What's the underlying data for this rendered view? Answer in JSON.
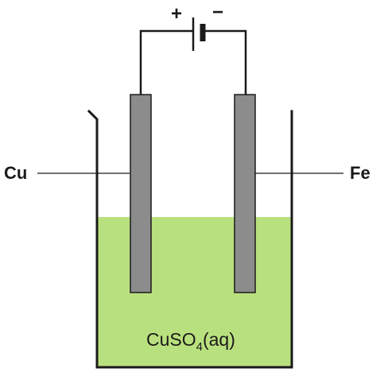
{
  "battery": {
    "positive_sign": "+",
    "negative_sign": "−"
  },
  "electrodes": {
    "left_label": "Cu",
    "right_label": "Fe"
  },
  "solution": {
    "formula_main": "CuSO",
    "formula_subscript": "4",
    "formula_suffix": "(aq)"
  },
  "colors": {
    "solution": "#b9e07e",
    "electrode_fill": "#8c8c8c",
    "line": "#1a1a1a"
  }
}
